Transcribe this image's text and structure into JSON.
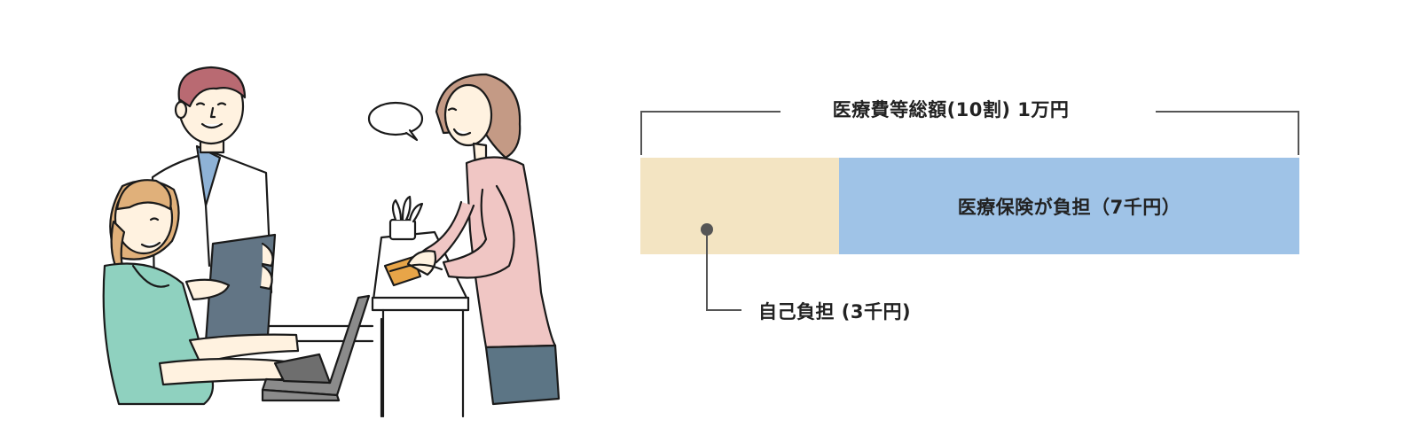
{
  "diagram": {
    "total_label": "医療費等総額(10割) 1万円",
    "insurance_label": "医療保険が負担（7千円）",
    "self_label": "自己負担 (3千円)",
    "colors": {
      "self_pay": "#f3e4c2",
      "insurance": "#9fc3e7",
      "line": "#555555"
    }
  },
  "illustration": {
    "people": [
      "doctor",
      "receptionist",
      "patient"
    ],
    "objects": [
      "tablet",
      "laptop",
      "counter",
      "plant",
      "speech-bubble",
      "wallet"
    ]
  }
}
